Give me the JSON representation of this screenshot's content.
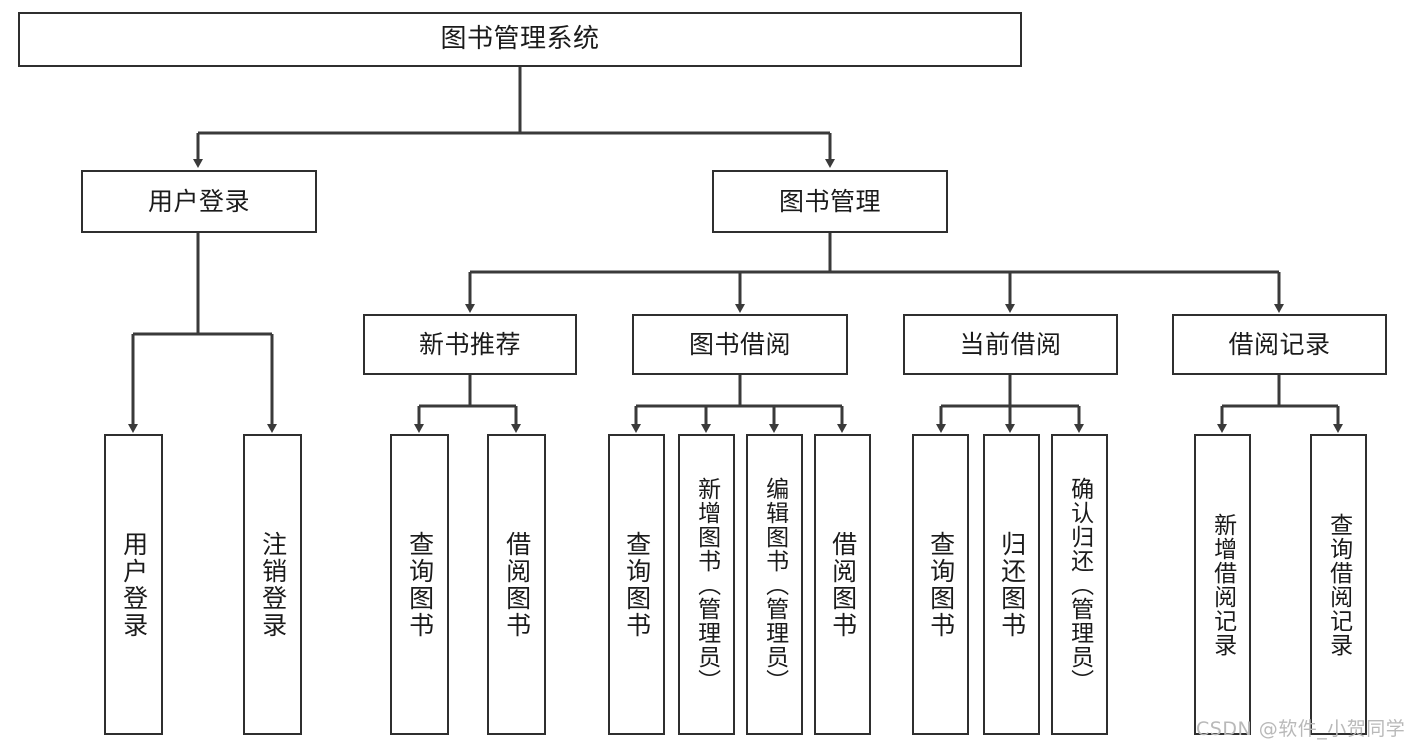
{
  "diagram": {
    "title": "图书管理系统",
    "type": "hierarchy-tree",
    "colors": {
      "box_border": "#2f2f2f",
      "box_fill": "#ffffff",
      "connector": "#3a3a3a",
      "text": "#1b1b1b",
      "watermark": "#b9b9b9"
    },
    "root": {
      "label": "图书管理系统"
    },
    "level2": [
      {
        "label": "用户登录"
      },
      {
        "label": "图书管理"
      }
    ],
    "level3": [
      {
        "label": "新书推荐"
      },
      {
        "label": "图书借阅"
      },
      {
        "label": "当前借阅"
      },
      {
        "label": "借阅记录"
      }
    ],
    "leaves": {
      "user_login": [
        {
          "label": "用户登录"
        },
        {
          "label": "注销登录"
        }
      ],
      "new_book_recommend": [
        {
          "label": "查询图书"
        },
        {
          "label": "借阅图书"
        }
      ],
      "book_borrow": [
        {
          "label": "查询图书"
        },
        {
          "label": "新增图书（管理员）"
        },
        {
          "label": "编辑图书（管理员）"
        },
        {
          "label": "借阅图书"
        }
      ],
      "current_borrow": [
        {
          "label": "查询图书"
        },
        {
          "label": "归还图书"
        },
        {
          "label": "确认归还（管理员）"
        }
      ],
      "borrow_record": [
        {
          "label": "新增借阅记录"
        },
        {
          "label": "查询借阅记录"
        }
      ]
    },
    "watermark": "CSDN @软件_小贺同学"
  }
}
